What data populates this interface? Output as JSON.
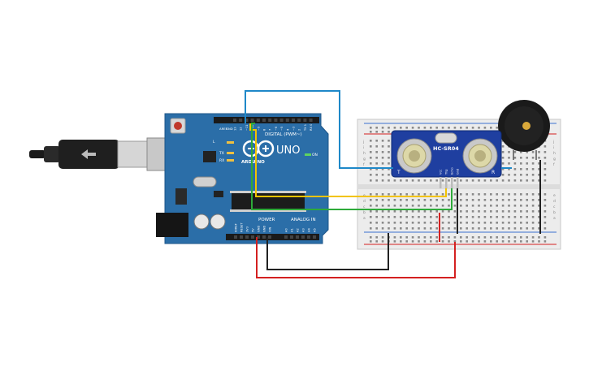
{
  "canvas": {
    "background": "#ffffff"
  },
  "arduino": {
    "brand": "ARDUINO",
    "model": "UNO",
    "digital_header": "DIGITAL (PWM~)",
    "power_header": "POWER",
    "analog_header": "ANALOG IN",
    "led_l": "L",
    "led_tx": "TX",
    "led_rx": "RX",
    "led_on": "ON",
    "aref": "AREF",
    "gnd": "GND",
    "digital_pins": [
      "13",
      "12",
      "~11",
      "~10",
      "~9",
      "8",
      "7",
      "~6",
      "~5",
      "4",
      "~3",
      "2",
      "TX 1",
      "RX 0"
    ],
    "power_pins": [
      "IOREF",
      "RESET",
      "3V3",
      "5V",
      "GND",
      "GND",
      "VIN"
    ],
    "analog_pins": [
      "A0",
      "A1",
      "A2",
      "A3",
      "A4",
      "A5"
    ],
    "board_color": "#2b6ea8"
  },
  "sensor": {
    "label": "HC-SR04",
    "left_marker": "T",
    "right_marker": "R",
    "pins": [
      "Vcc",
      "Trig",
      "Echo",
      "Gnd"
    ],
    "color": "#1f3fa0"
  },
  "breadboard": {
    "row_letters_top": [
      "j",
      "i",
      "h",
      "g",
      "f"
    ],
    "row_letters_bottom": [
      "e",
      "d",
      "c",
      "b",
      "a"
    ]
  },
  "wires": {
    "blue": "#1e88c8",
    "yellow": "#f2c300",
    "green": "#2eaa3a",
    "red": "#d42020",
    "black": "#222222"
  },
  "buzzer": {
    "body_color": "#1a1a1a",
    "center_color": "#d9a83a"
  }
}
